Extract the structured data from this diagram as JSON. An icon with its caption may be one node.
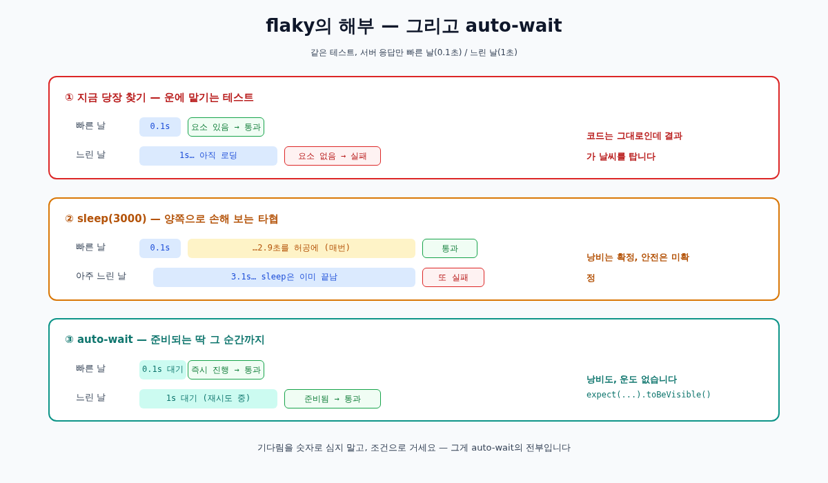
{
  "diagram": {
    "title": "flaky의 해부 — 그리고 auto-wait",
    "caption": "기다림을 숫자로 심지 말고, 조건으로 거세요 — 그게 auto-wait의 전부입니다",
    "nodes": [
      {
        "text": [
          "① 지금 당장 찾기 — 운에 맡기는 테스트",
          "코드는 그대로인데 결과가 날씨를 탑니다"
        ]
      },
      {
        "text": [
          "0.1s"
        ],
        "in": 0
      },
      {
        "text": [
          "요소 있음 → 통과"
        ],
        "in": 0
      },
      {
        "text": [
          "1s… 아직 로딩"
        ],
        "in": 0
      },
      {
        "text": [
          "요소 없음 → 실패"
        ],
        "in": 0
      },
      {
        "text": [
          "② sleep(3000) — 양쪽으로 손해 보는 타협",
          "낭비는 확정, 안전은 미확정"
        ]
      },
      {
        "text": [
          "0.1s"
        ],
        "in": 5
      },
      {
        "text": [
          "…2.9초를 허공에 (매번)"
        ],
        "in": 5
      },
      {
        "text": [
          "통과"
        ],
        "in": 5
      },
      {
        "text": [
          "3.1s… sleep은 이미 끝남"
        ],
        "in": 5
      },
      {
        "text": [
          "또 실패"
        ],
        "in": 5
      },
      {
        "text": [
          "③ auto-wait — 준비되는 딱 그 순간까지",
          "낭비도, 운도 없습니다",
          "expect(...).toBeVisible()"
        ]
      },
      {
        "text": [
          "0.1s 대기"
        ],
        "in": 11
      },
      {
        "text": [
          "즉시 진행 → 통과"
        ],
        "in": 11
      },
      {
        "text": [
          "1s 대기 (재시도 중)"
        ],
        "in": 11
      },
      {
        "text": [
          "준비됨 → 통과"
        ],
        "in": 11
      }
    ],
    "labels": [
      "같은 테스트, 서버 응답만 빠른 날(0.1초) / 느린 날(1초)",
      "빠른 날",
      "느린 날",
      "빠른 날",
      "아주 느린 날",
      "빠른 날",
      "느린 날"
    ]
  }
}
